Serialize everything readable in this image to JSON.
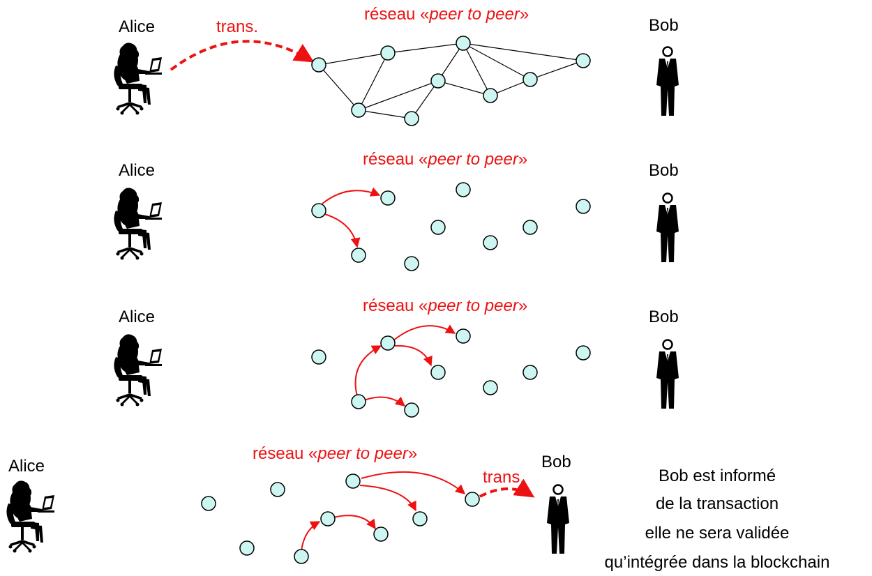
{
  "colors": {
    "accent": "#ee1111",
    "node_fill": "#cdf5f2",
    "ink": "#000000"
  },
  "people": {
    "alice": "Alice",
    "bob": "Bob"
  },
  "icons": {
    "alice": "person-at-computer-icon",
    "bob": "standing-person-icon"
  },
  "network": {
    "label_prefix": "réseau «",
    "label_em": "peer to peer",
    "label_suffix": "»"
  },
  "transfer_label": "trans.",
  "final_note": [
    "Bob est informé",
    "de la transaction",
    "elle ne sera validée",
    "qu’intégrée dans la blockchain"
  ]
}
